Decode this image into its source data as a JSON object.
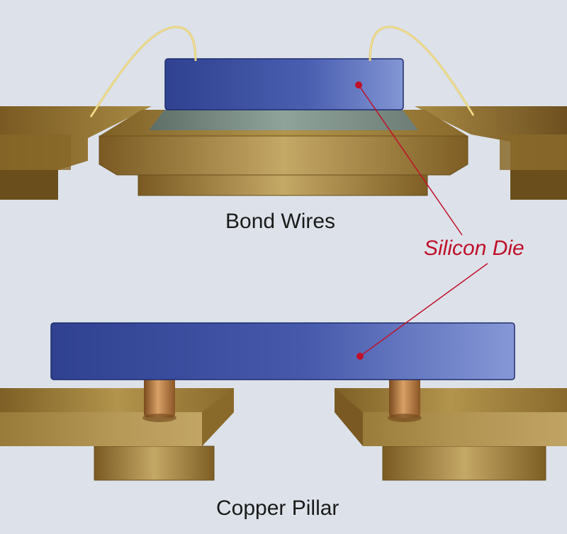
{
  "labels": {
    "bond_wires": "Bond Wires",
    "silicon_die": "Silicon Die",
    "copper_pillar": "Copper Pillar"
  },
  "colors": {
    "background": "#dde2ea",
    "die": "#3c4e9c",
    "callout": "#c0102a",
    "package": "#a98a45",
    "copper": "#b5763a",
    "wire": "#e2c86a"
  }
}
